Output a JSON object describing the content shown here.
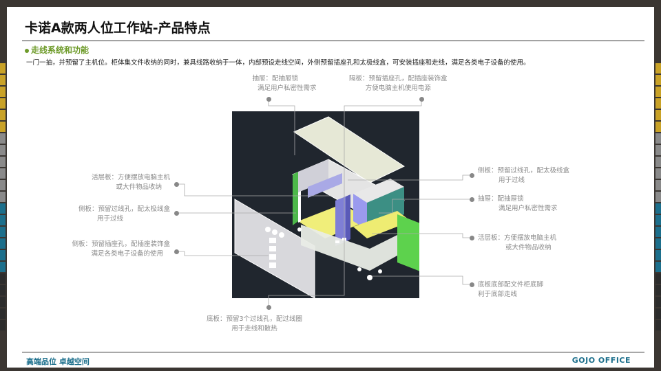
{
  "header": {
    "title": "卡诺A款两人位工作站-产品特点"
  },
  "section": {
    "title": "走线系统和功能",
    "description": "一门一抽，并预留了主机位。柜体集文件收纳的同时，兼具线路收纳于一体，内部预设走线空间，外侧预留插座孔和太极线盒，可安装插座和走线，满足各类电子设备的使用。"
  },
  "callouts": {
    "top_left": {
      "line1": "抽屉：配抽屉锁",
      "line2": "满足用户私密性需求"
    },
    "top_right": {
      "line1": "隔板：预留插座孔，配插座装饰盒",
      "line2": "方便电脑主机使用电源"
    },
    "left_1": {
      "line1": "活层板：方便摆放电脑主机",
      "line2": "或大件物品收纳"
    },
    "left_2": {
      "line1": "侧板：预留过线孔，配太极线盒",
      "line2": "用于过线"
    },
    "left_3": {
      "line1": "侧板：预留插座孔，配插座装饰盒",
      "line2": "满足各类电子设备的使用"
    },
    "right_1": {
      "line1": "侧板：预留过线孔，配太极线盒",
      "line2": "用于过线"
    },
    "right_2": {
      "line1": "抽屉：配抽屉锁",
      "line2": "满足用户私密性需求"
    },
    "right_3": {
      "line1": "活层板：方便摆放电脑主机",
      "line2": "或大件物品收纳"
    },
    "right_4": {
      "line1": "底板底部配文件柜底脚",
      "line2": "利于底部走线"
    },
    "bottom": {
      "line1": "底板：预留3个过线孔，配过线圈",
      "line2": "用于走线和散热"
    }
  },
  "footer": {
    "slogan": "高端品位 卓越空间",
    "brand": "GOJO OFFICE"
  },
  "colors": {
    "accent_green": "#6e9b2a",
    "brand_teal": "#1c6f8c",
    "gold": "#c9a227",
    "gray": "#8a8a8a",
    "teal": "#1c6f8c",
    "dark": "#2c2c2c"
  }
}
